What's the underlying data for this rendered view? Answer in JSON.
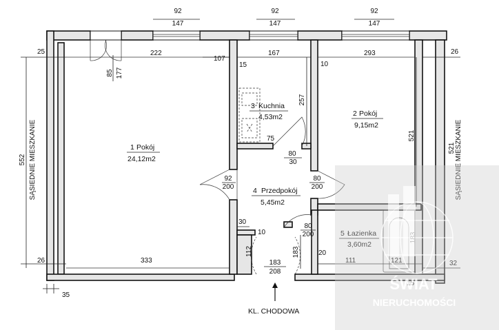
{
  "colors": {
    "ink": "#111111",
    "wall_fill": "#e6e6e6",
    "watermark": "#ffffff"
  },
  "rooms": [
    {
      "number": "1",
      "name": "Pokój",
      "area": "24,12m2"
    },
    {
      "number": "2",
      "name": "Pokój",
      "area": "9,15m2"
    },
    {
      "number": "3",
      "name": "Kuchnia",
      "area": "4,53m2"
    },
    {
      "number": "4",
      "name": "Przedpokój",
      "area": "5,45m2"
    },
    {
      "number": "5",
      "name": "Łazienka",
      "area": "3,60m2"
    }
  ],
  "windows": [
    {
      "width": "92",
      "height": "147"
    },
    {
      "width": "92",
      "height": "147"
    },
    {
      "width": "92",
      "height": "147"
    }
  ],
  "doors": {
    "balcony": {
      "width": "85",
      "height": "177"
    },
    "room1": {
      "width": "92",
      "height": "200"
    },
    "room2": {
      "width": "80",
      "height": "200"
    },
    "kitchen": {
      "width": "80",
      "height": "30"
    },
    "bathroom": {
      "width": "80",
      "height": "200"
    },
    "entrance": {
      "width": "183",
      "height": "208"
    }
  },
  "dimensions": {
    "d25": "25",
    "d222": "222",
    "d107": "107",
    "d167": "167",
    "d293": "293",
    "d26_right": "26",
    "d15": "15",
    "d10_top": "10",
    "d257": "257",
    "d521_inner": "521",
    "d521_outer": "521",
    "d552": "552",
    "d75": "75",
    "d30": "30",
    "d10_mid": "10",
    "d112": "112",
    "d183_left": "183",
    "d183_bath": "183",
    "d20": "20",
    "d111": "111",
    "d121": "121",
    "d26_left": "26",
    "d333": "333",
    "d32": "32",
    "d35": "35",
    "d15_bottom": "15"
  },
  "labels": {
    "neighbor_left": "SĄSIEDNIE MIESZKANIE",
    "neighbor_right": "SĄSIEDNIE MIESZKANIE",
    "stairwell": "KL. CHODOWA"
  },
  "watermark": {
    "line1": "ŚWIAT",
    "line2": "NIERUCHOMOŚCI"
  }
}
